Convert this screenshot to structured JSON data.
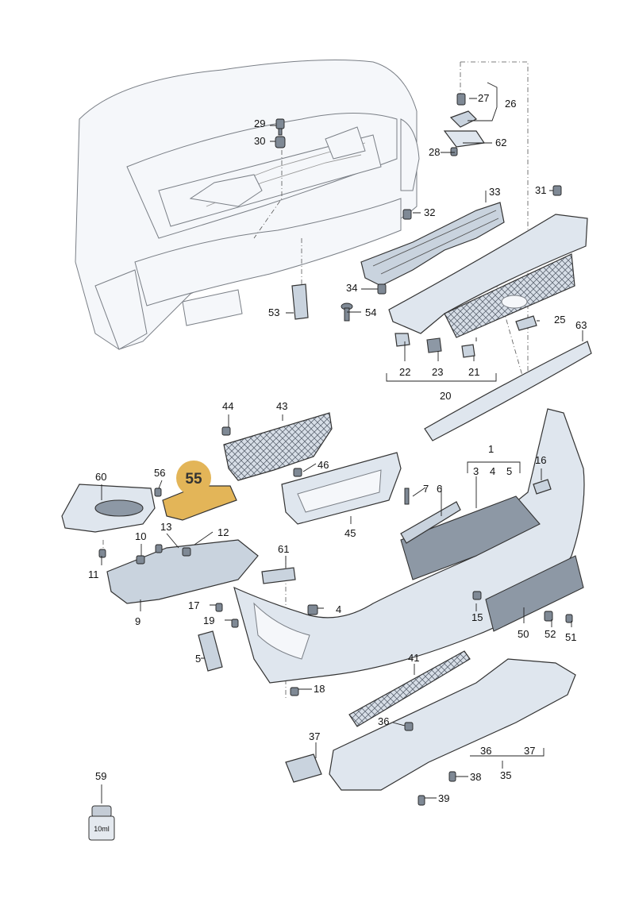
{
  "diagram": {
    "highlight_color": "#e3b558",
    "highlight_label": "55",
    "callouts": [
      {
        "id": "c1",
        "text": "1"
      },
      {
        "id": "c3",
        "text": "3"
      },
      {
        "id": "c4",
        "text": "4"
      },
      {
        "id": "c4b",
        "text": "4"
      },
      {
        "id": "c5",
        "text": "5"
      },
      {
        "id": "c5b",
        "text": "5"
      },
      {
        "id": "c6",
        "text": "6"
      },
      {
        "id": "c7",
        "text": "7"
      },
      {
        "id": "c9",
        "text": "9"
      },
      {
        "id": "c10",
        "text": "10"
      },
      {
        "id": "c11",
        "text": "11"
      },
      {
        "id": "c12",
        "text": "12"
      },
      {
        "id": "c13",
        "text": "13"
      },
      {
        "id": "c15",
        "text": "15"
      },
      {
        "id": "c16",
        "text": "16"
      },
      {
        "id": "c17",
        "text": "17"
      },
      {
        "id": "c18",
        "text": "18"
      },
      {
        "id": "c19",
        "text": "19"
      },
      {
        "id": "c20",
        "text": "20"
      },
      {
        "id": "c21",
        "text": "21"
      },
      {
        "id": "c22",
        "text": "22"
      },
      {
        "id": "c23",
        "text": "23"
      },
      {
        "id": "c25",
        "text": "25"
      },
      {
        "id": "c26",
        "text": "26"
      },
      {
        "id": "c27",
        "text": "27"
      },
      {
        "id": "c28",
        "text": "28"
      },
      {
        "id": "c29",
        "text": "29"
      },
      {
        "id": "c30",
        "text": "30"
      },
      {
        "id": "c31",
        "text": "31"
      },
      {
        "id": "c32",
        "text": "32"
      },
      {
        "id": "c33",
        "text": "33"
      },
      {
        "id": "c34",
        "text": "34"
      },
      {
        "id": "c35",
        "text": "35"
      },
      {
        "id": "c36",
        "text": "36"
      },
      {
        "id": "c36b",
        "text": "36"
      },
      {
        "id": "c37",
        "text": "37"
      },
      {
        "id": "c37b",
        "text": "37"
      },
      {
        "id": "c38",
        "text": "38"
      },
      {
        "id": "c39",
        "text": "39"
      },
      {
        "id": "c41",
        "text": "41"
      },
      {
        "id": "c43",
        "text": "43"
      },
      {
        "id": "c44",
        "text": "44"
      },
      {
        "id": "c45",
        "text": "45"
      },
      {
        "id": "c46",
        "text": "46"
      },
      {
        "id": "c50",
        "text": "50"
      },
      {
        "id": "c51",
        "text": "51"
      },
      {
        "id": "c52",
        "text": "52"
      },
      {
        "id": "c53",
        "text": "53"
      },
      {
        "id": "c54",
        "text": "54"
      },
      {
        "id": "c56",
        "text": "56"
      },
      {
        "id": "c59",
        "text": "59"
      },
      {
        "id": "c60",
        "text": "60"
      },
      {
        "id": "c61",
        "text": "61"
      },
      {
        "id": "c62",
        "text": "62"
      },
      {
        "id": "c63",
        "text": "63"
      }
    ],
    "bottle_label": "10ml"
  }
}
